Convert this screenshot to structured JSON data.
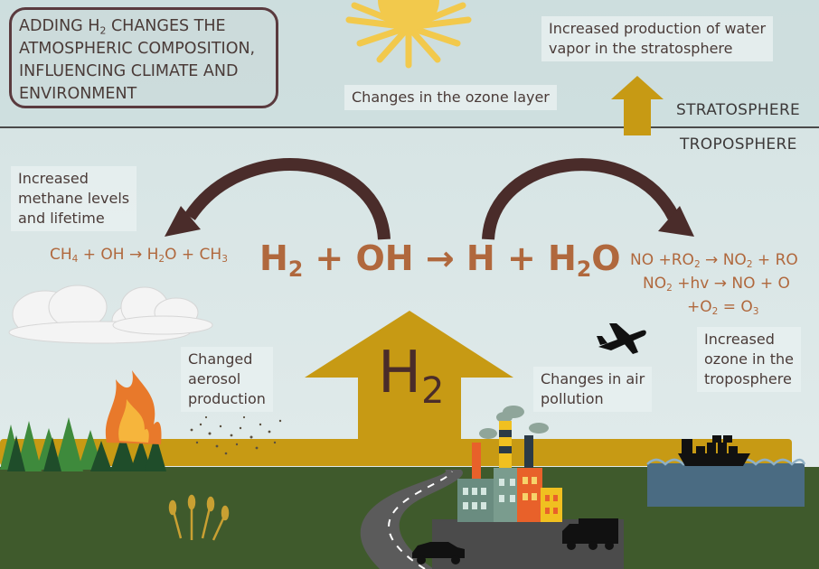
{
  "title": {
    "line1_a": "ADDING H",
    "line1_sub": "2",
    "line1_b": " CHANGES THE",
    "line2": "ATMOSPHERIC COMPOSITION,",
    "line3": "INFLUENCING CLIMATE AND",
    "line4": "ENVIRONMENT"
  },
  "layers": {
    "upper": "STRATOSPHERE",
    "lower": "TROPOSPHERE"
  },
  "labels": {
    "ozone_layer": "Changes in the ozone layer",
    "water_vapor_1": "Increased production of water",
    "water_vapor_2": "vapor in the stratosphere",
    "methane_1": "Increased",
    "methane_2": "methane levels",
    "methane_3": "and lifetime",
    "aerosol_1": "Changed",
    "aerosol_2": "aerosol",
    "aerosol_3": "production",
    "air_pollution_1": "Changes in air",
    "air_pollution_2": "pollution",
    "ozone_tropo_1": "Increased",
    "ozone_tropo_2": "ozone in the",
    "ozone_tropo_3": "troposphere"
  },
  "equations": {
    "methane": {
      "a": "CH",
      "a_sub": "4",
      "b": " + OH → H",
      "b_sub": "2",
      "c": "O + CH",
      "c_sub": "3"
    },
    "main": {
      "a": "H",
      "a_sub": "2",
      "b": " + OH → H + H",
      "b_sub": "2",
      "c": "O"
    },
    "nox_1": {
      "a": "NO +RO",
      "a_sub": "2",
      "b": " → NO",
      "b_sub": "2",
      "c": " + RO"
    },
    "nox_2": {
      "a": "NO",
      "a_sub": "2",
      "b": " +hv → NO + O"
    },
    "nox_3": {
      "a": "+O",
      "a_sub": "2",
      "b": " = O",
      "b_sub": "3"
    }
  },
  "arrow_label": {
    "main": "H",
    "sub": "2"
  },
  "colors": {
    "sky": "#dde8e8",
    "ground": "#3f5a2c",
    "arrow_gold": "#c79a14",
    "arc_brown": "#4a2c2a",
    "equation": "#b0683d",
    "water": "#4a6b82"
  },
  "icons": [
    "sun-icon",
    "cloud-icon",
    "fire-icon",
    "tree-icon",
    "factory-icon",
    "road-icon",
    "car-icon",
    "truck-icon",
    "airplane-icon",
    "ship-icon",
    "wheat-icon"
  ]
}
